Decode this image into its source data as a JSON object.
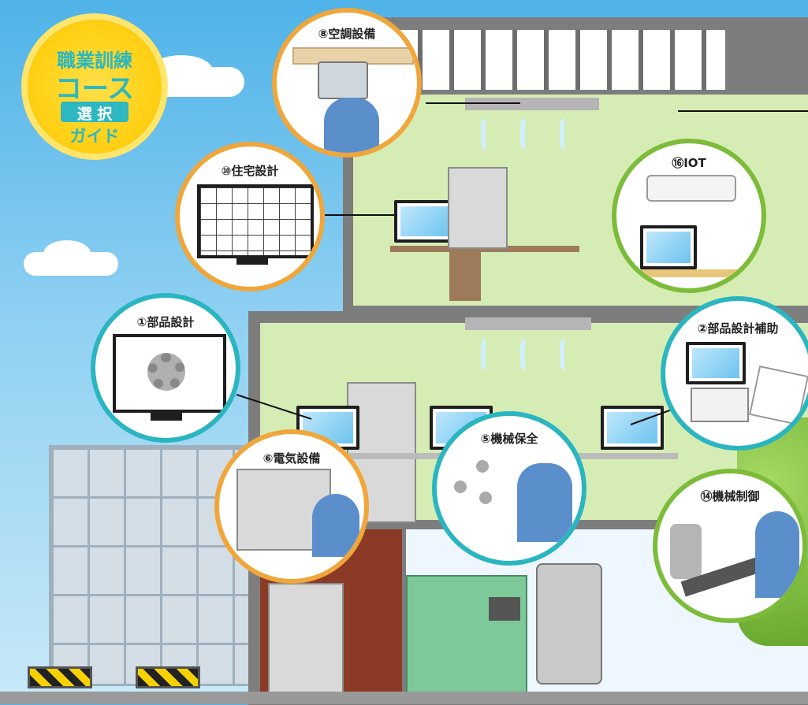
{
  "badge": {
    "line1": "職業訓練",
    "line2": "コース",
    "line3": "選 択",
    "line4": "ガイド"
  },
  "bubbles": [
    {
      "label": "⑧空調設備"
    },
    {
      "label": "⑩住宅設計"
    },
    {
      "label": "⑯IOT"
    },
    {
      "label": "①部品設計"
    },
    {
      "label": "②部品設計補助"
    },
    {
      "label": "⑥電気設備"
    },
    {
      "label": "⑤機械保全"
    },
    {
      "label": "⑭機械制御"
    }
  ],
  "colors": {
    "orange": "#f0a63a",
    "teal": "#2ab5c0",
    "green": "#7cbc3a",
    "sky": "#4fb3e8",
    "wall": "#d6ecb5"
  },
  "icons": [
    "gear-icon",
    "screw-icon",
    "wrench-icon",
    "monitor-icon",
    "book-icon",
    "air-conditioner-icon",
    "robot-icon",
    "worker-icon"
  ]
}
